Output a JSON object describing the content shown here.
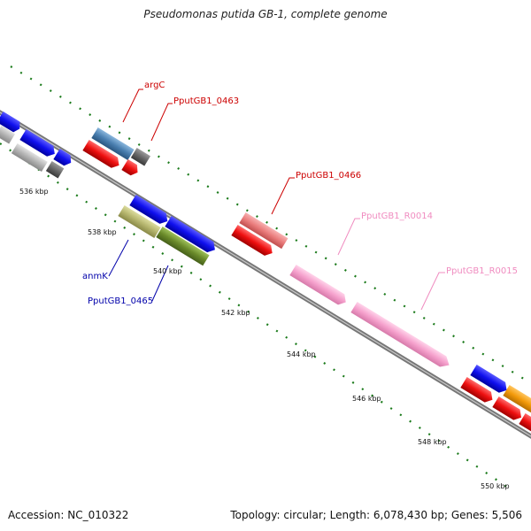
{
  "header": {
    "title": "Pseudomonas putida GB-1, complete genome"
  },
  "footer": {
    "accession": "Accession: NC_010322",
    "topology": "Topology: circular; Length: 6,078,430 bp; Genes: 5,506"
  },
  "axis": {
    "unit": "kbp",
    "tick_labels": [
      "536 kbp",
      "538 kbp",
      "540 kbp",
      "542 kbp",
      "544 kbp",
      "546 kbp",
      "548 kbp",
      "550 kbp"
    ]
  },
  "gene_labels": [
    {
      "name": "argC",
      "color": "#cc0000"
    },
    {
      "name": "PputGB1_0463",
      "color": "#cc0000"
    },
    {
      "name": "PputGB1_0466",
      "color": "#cc0000"
    },
    {
      "name": "PputGB1_R0014",
      "color": "#f08cc0"
    },
    {
      "name": "PputGB1_R0015",
      "color": "#f08cc0"
    },
    {
      "name": "anmK",
      "color": "#0000aa"
    },
    {
      "name": "PputGB1_0465",
      "color": "#0000aa"
    }
  ],
  "colors": {
    "backbone": "#8c8c8c",
    "tick": "#1a7a1a",
    "blue_gene": "#1010ee",
    "red_gene": "#ee1010",
    "gray_gene": "#aaaaaa",
    "steelblue_gene": "#4a7fb0",
    "salmon_gene": "#ea7c7c",
    "pink_gene": "#f5a0cc",
    "olive_gene": "#b5b56e",
    "green_gene": "#6a8a2a",
    "orange_gene": "#f39a0a"
  }
}
